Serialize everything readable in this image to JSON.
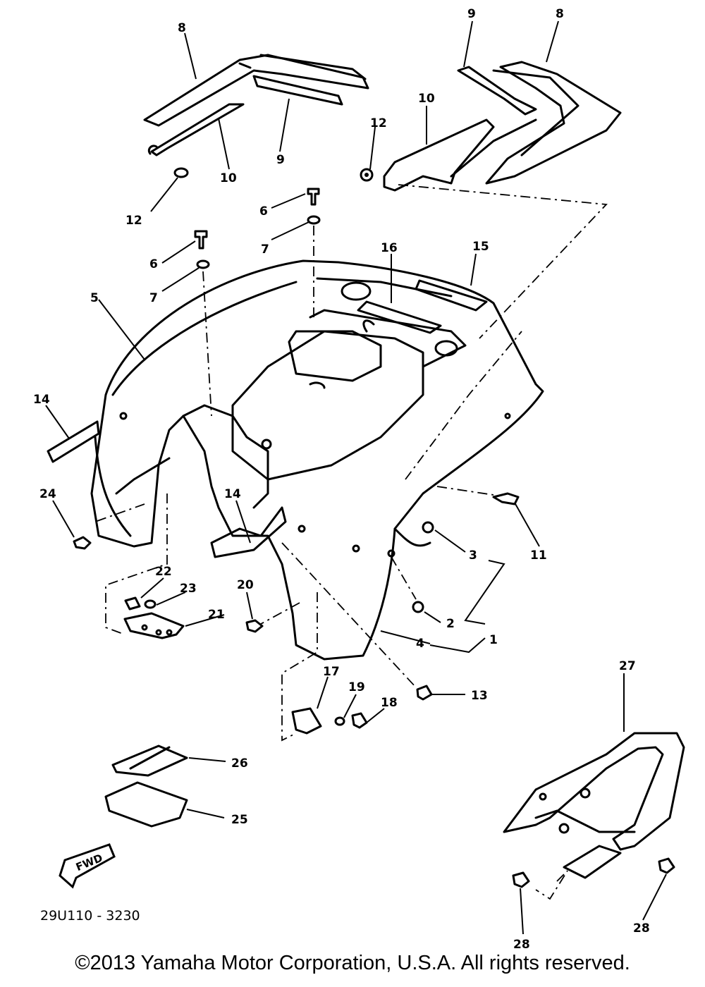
{
  "callouts": [
    "8",
    "9",
    "9",
    "8",
    "10",
    "10",
    "12",
    "12",
    "6",
    "6",
    "7",
    "7",
    "5",
    "16",
    "15",
    "14",
    "14",
    "24",
    "11",
    "3",
    "22",
    "23",
    "21",
    "20",
    "2",
    "1",
    "4",
    "17",
    "19",
    "18",
    "13",
    "27",
    "26",
    "25",
    "28",
    "28"
  ],
  "fwd_label": "FWD",
  "reference_code": "29U110 - 3230",
  "copyright": "©2013 Yamaha Motor Corporation, U.S.A. All rights reserved."
}
